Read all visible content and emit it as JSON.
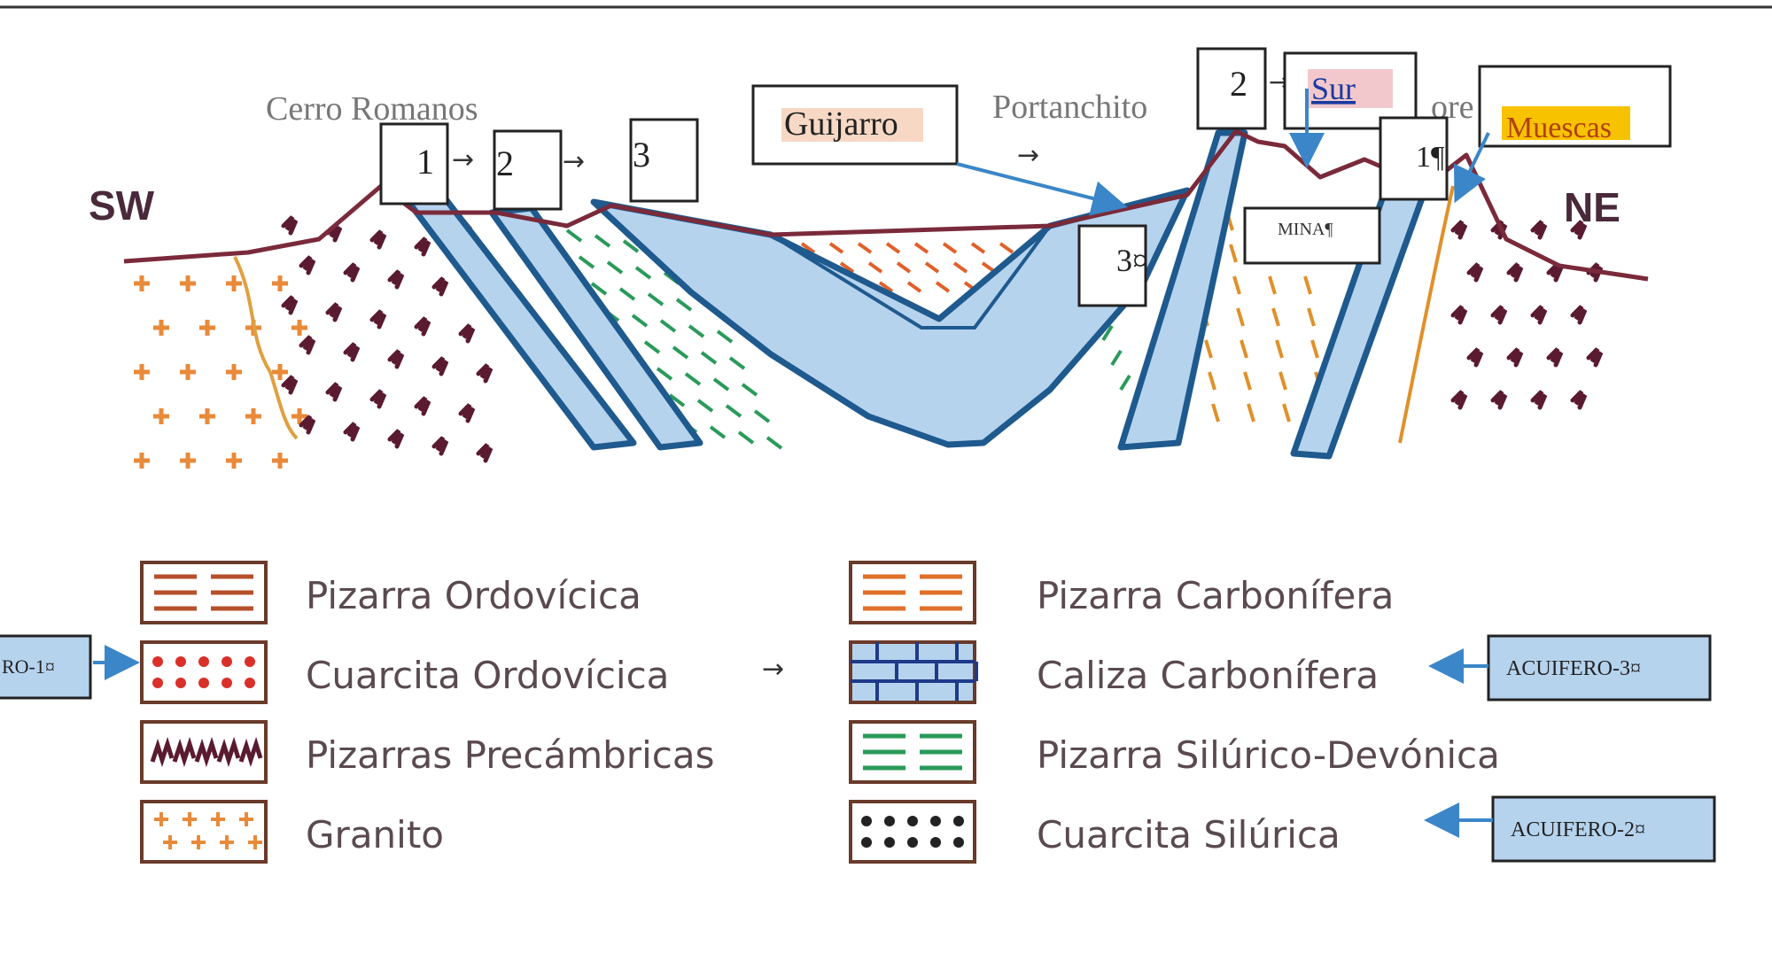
{
  "section": {
    "direction_left": "SW",
    "direction_right": "NE",
    "place_cerro": "Cerro Romanos",
    "place_portanchito": "Portanchito",
    "place_ore": "ore"
  },
  "callouts": {
    "box_1": "1",
    "box_2": "2",
    "box_3": "3",
    "guijarro": "Guijarro",
    "box_2_right": "2",
    "sur": "Sur",
    "muescas": "Muescas",
    "box_1_right": "1¶",
    "mina": "MINA¶",
    "box_3_lower": "3¤",
    "acuifero_1": "RO-1¤",
    "acuifero_3": "ACUIFERO-3¤",
    "acuifero_2": "ACUIFERO-2¤",
    "arrow": "→"
  },
  "legend": {
    "left": [
      {
        "label": "Pizarra Ordovícica",
        "pattern": "dashes",
        "color": "#b5502a"
      },
      {
        "label": "Cuarcita Ordovícica",
        "pattern": "dots",
        "color": "#d9302a"
      },
      {
        "label": "Pizarras Precámbricas",
        "pattern": "squiggles",
        "color": "#5a1a30"
      },
      {
        "label": "Granito",
        "pattern": "crosses",
        "color": "#e88a3a"
      }
    ],
    "right": [
      {
        "label": "Pizarra Carbonífera",
        "pattern": "dashes",
        "color": "#e0702a"
      },
      {
        "label": "Caliza Carbonífera",
        "pattern": "bricks",
        "color": "#1e3a8a"
      },
      {
        "label": "Pizarra Silúrico-Devónica",
        "pattern": "dashes",
        "color": "#2a9a5a"
      },
      {
        "label": "Cuarcita Silúrica",
        "pattern": "dots",
        "color": "#222222"
      }
    ]
  },
  "colors": {
    "quartzite_fill": "#b6d3ee",
    "quartzite_stroke": "#1f5a8e",
    "surface_line": "#7a2a3a",
    "callout_fill": "#b6d3ee",
    "arrow_blue": "#3a86c8"
  }
}
